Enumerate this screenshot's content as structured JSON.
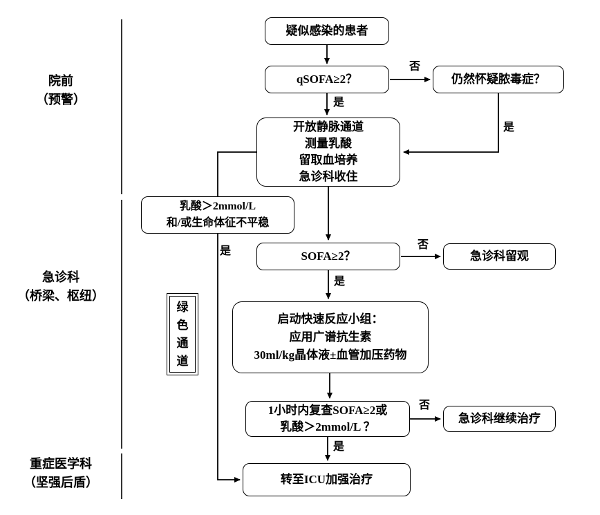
{
  "sections": [
    {
      "line1": "院前",
      "line2": "（预警）"
    },
    {
      "line1": "急诊科",
      "line2": "（桥梁、枢纽）"
    },
    {
      "line1": "重症医学科",
      "line2": "（坚强后盾）"
    }
  ],
  "nodes": {
    "suspected_infection": "疑似感染的患者",
    "qsofa": "qSOFA≥2？",
    "still_suspect": "仍然怀疑脓毒症？",
    "ed_admission": [
      "开放静脉通道",
      "测量乳酸",
      "留取血培养",
      "急诊科收住"
    ],
    "lactate_condition": [
      "乳酸＞2mmol/L",
      "和/或生命体征不平稳"
    ],
    "sofa": "SOFA≥2？",
    "ed_observation": "急诊科留观",
    "green_channel": "绿色通道",
    "rapid_response": [
      "启动快速反应小组：",
      "应用广谱抗生素",
      "30ml/kg晶体液±血管加压药物"
    ],
    "recheck": [
      "1小时内复查SOFA≥2或",
      "乳酸＞2mmol/L ？"
    ],
    "ed_continue": "急诊科继续治疗",
    "icu_transfer": "转至ICU加强治疗"
  },
  "edge_labels": {
    "yes": "是",
    "no": "否"
  }
}
